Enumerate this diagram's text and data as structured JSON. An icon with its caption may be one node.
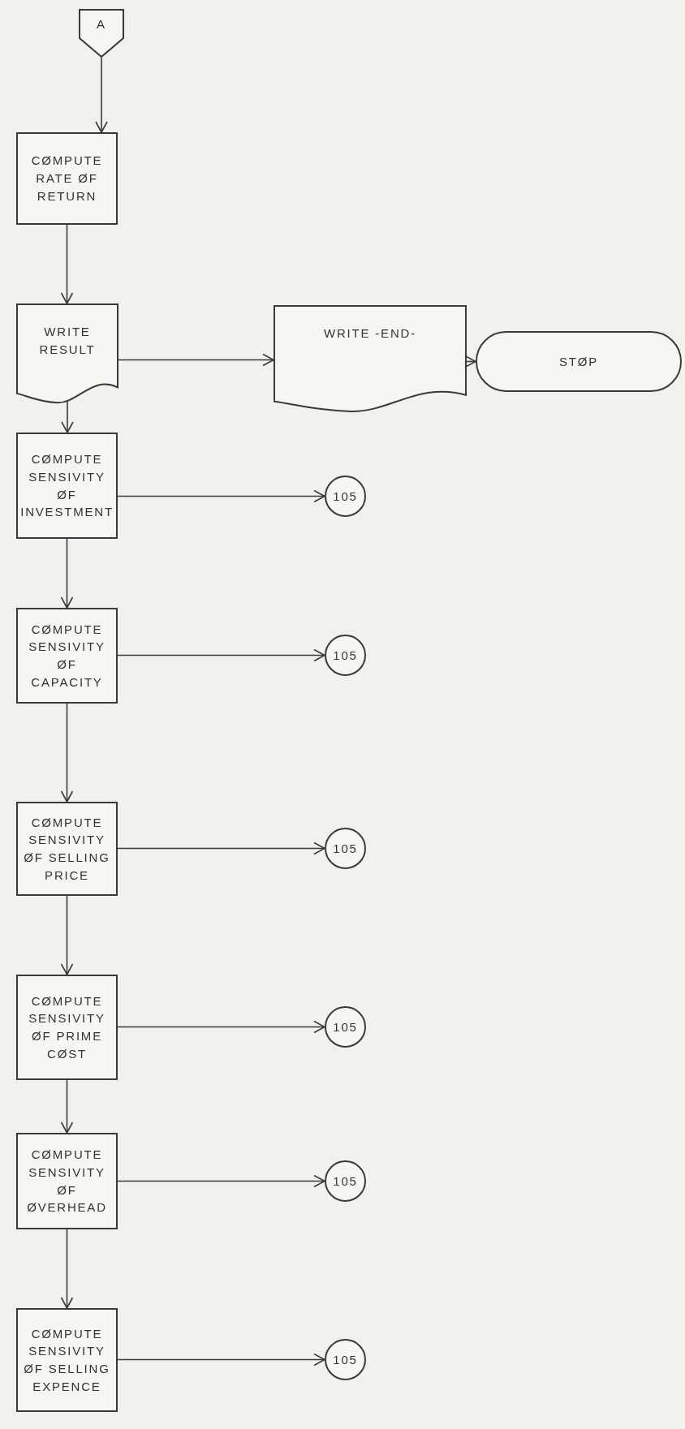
{
  "diagram": {
    "nodes": [
      {
        "text": [
          "A"
        ]
      },
      {
        "text": [
          "CØMPUTE RATE ØF RETURN"
        ]
      },
      {
        "text": [
          "WRITE RESULT"
        ]
      },
      {
        "text": [
          "WRITE -END-"
        ]
      },
      {
        "text": [
          "STØP"
        ]
      },
      {
        "text": [
          "CØMPUTE SENSIVITY ØF INVESTMENT"
        ]
      },
      {
        "text": [
          "105"
        ]
      },
      {
        "text": [
          "CØMPUTE SENSIVITY ØF CAPACITY"
        ]
      },
      {
        "text": [
          "105"
        ]
      },
      {
        "text": [
          "CØMPUTE SENSIVITY ØF SELLING PRICE"
        ]
      },
      {
        "text": [
          "105"
        ]
      },
      {
        "text": [
          "CØMPUTE SENSIVITY ØF PRIME CØST"
        ]
      },
      {
        "text": [
          "105"
        ]
      },
      {
        "text": [
          "CØMPUTE SENSIVITY ØF ØVERHEAD"
        ]
      },
      {
        "text": [
          "105"
        ]
      },
      {
        "text": [
          "CØMPUTE SENSIVITY ØF SELLING EXPENCE"
        ]
      },
      {
        "text": [
          "105"
        ]
      }
    ],
    "edges": [
      {
        "from": 0,
        "to": 1,
        "arrow": "to"
      },
      {
        "from": 1,
        "to": 2,
        "arrow": "to"
      },
      {
        "from": 2,
        "to": 3,
        "arrow": "to"
      },
      {
        "from": 3,
        "to": 4,
        "arrow": "to"
      },
      {
        "from": 2,
        "to": 5,
        "arrow": "to"
      },
      {
        "from": 5,
        "to": 6,
        "arrow": "to"
      },
      {
        "from": 5,
        "to": 7,
        "arrow": "to"
      },
      {
        "from": 7,
        "to": 8,
        "arrow": "to"
      },
      {
        "from": 7,
        "to": 9,
        "arrow": "to"
      },
      {
        "from": 9,
        "to": 10,
        "arrow": "to"
      },
      {
        "from": 9,
        "to": 11,
        "arrow": "to"
      },
      {
        "from": 11,
        "to": 12,
        "arrow": "to"
      },
      {
        "from": 11,
        "to": 13,
        "arrow": "to"
      },
      {
        "from": 13,
        "to": 14,
        "arrow": "to"
      },
      {
        "from": 13,
        "to": 15,
        "arrow": "to"
      },
      {
        "from": 15,
        "to": 16,
        "arrow": "to"
      }
    ]
  }
}
